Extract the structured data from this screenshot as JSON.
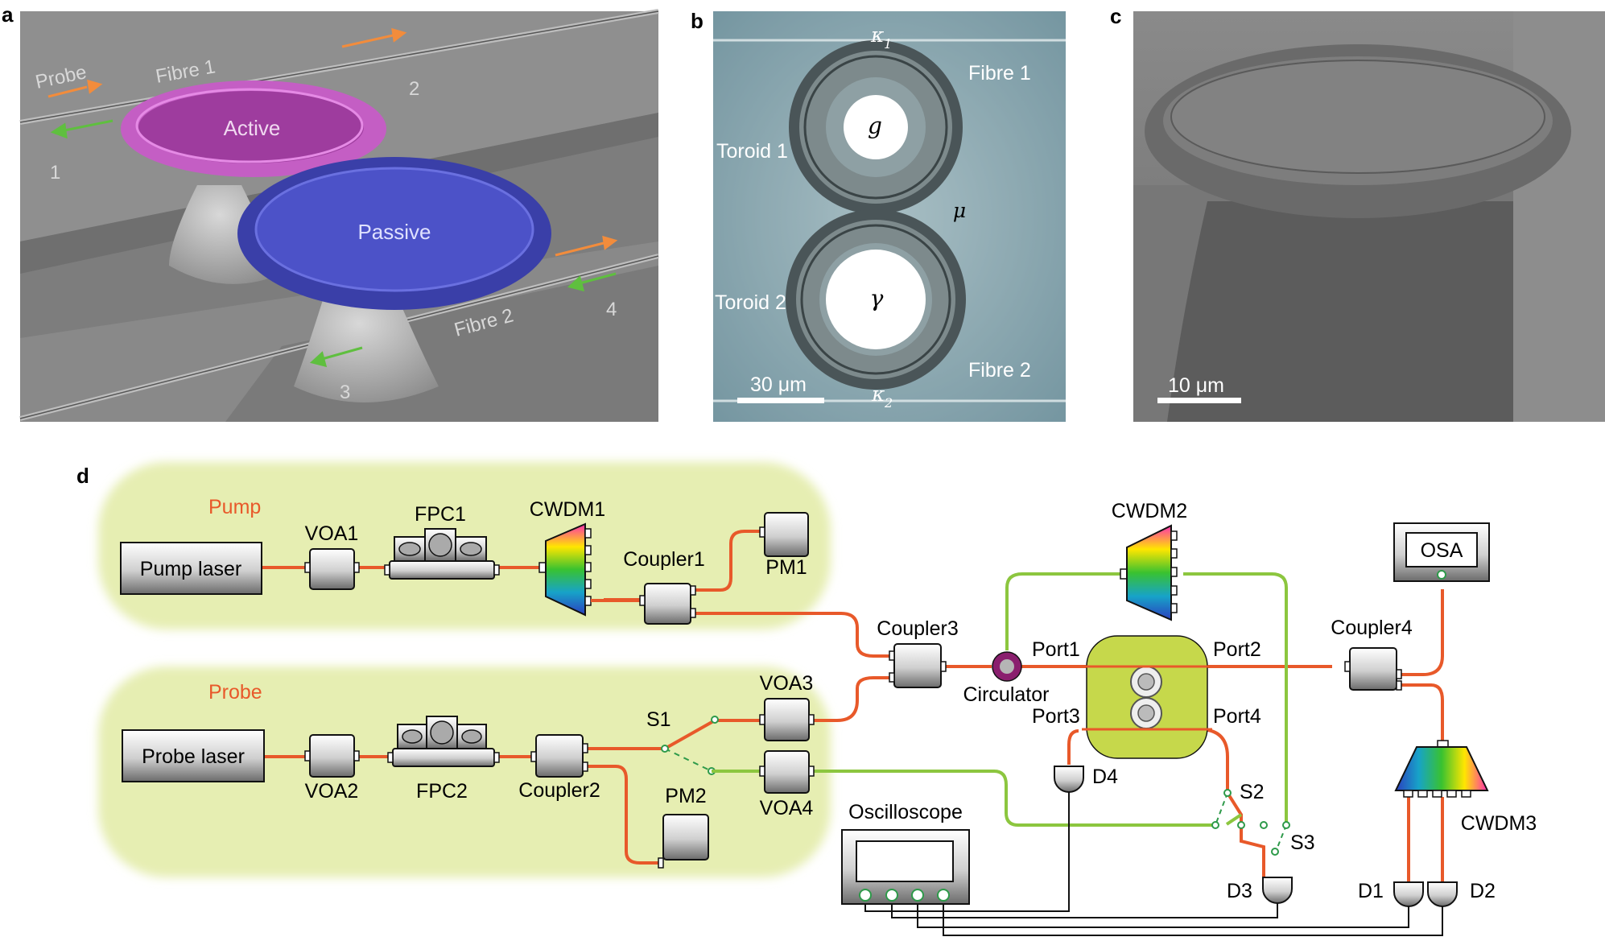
{
  "panels": {
    "a": "a",
    "b": "b",
    "c": "c",
    "d": "d"
  },
  "panel_a": {
    "probe": "Probe",
    "fibre1": "Fibre 1",
    "fibre2": "Fibre 2",
    "active": "Active",
    "passive": "Passive",
    "port1": "1",
    "port2": "2",
    "port3": "3",
    "port4": "4"
  },
  "panel_b": {
    "kappa1": "κ",
    "kappa1_sub": "1",
    "kappa2": "κ",
    "kappa2_sub": "2",
    "fibre1": "Fibre 1",
    "fibre2": "Fibre 2",
    "toroid1": "Toroid 1",
    "toroid2": "Toroid 2",
    "g": "g",
    "mu": "μ",
    "gamma": "γ",
    "scale": "30 μm"
  },
  "panel_c": {
    "scale": "10 μm"
  },
  "panel_d": {
    "pump_group": "Pump",
    "probe_group": "Probe",
    "pump_laser": "Pump laser",
    "probe_laser": "Probe laser",
    "voa1": "VOA1",
    "voa2": "VOA2",
    "voa3": "VOA3",
    "voa4": "VOA4",
    "fpc1": "FPC1",
    "fpc2": "FPC2",
    "cwdm1": "CWDM1",
    "cwdm2": "CWDM2",
    "cwdm3": "CWDM3",
    "coupler1": "Coupler1",
    "coupler2": "Coupler2",
    "coupler3": "Coupler3",
    "coupler4": "Coupler4",
    "pm1": "PM1",
    "pm2": "PM2",
    "s1": "S1",
    "s2": "S2",
    "s3": "S3",
    "circulator": "Circulator",
    "port1": "Port1",
    "port2": "Port2",
    "port3": "Port3",
    "port4": "Port4",
    "osa": "OSA",
    "oscilloscope": "Oscilloscope",
    "d1": "D1",
    "d2": "D2",
    "d3": "D3",
    "d4": "D4"
  },
  "colors": {
    "fibre": "#e8592a",
    "green": "#8cc63f",
    "group_bg": "#eef3c4"
  }
}
